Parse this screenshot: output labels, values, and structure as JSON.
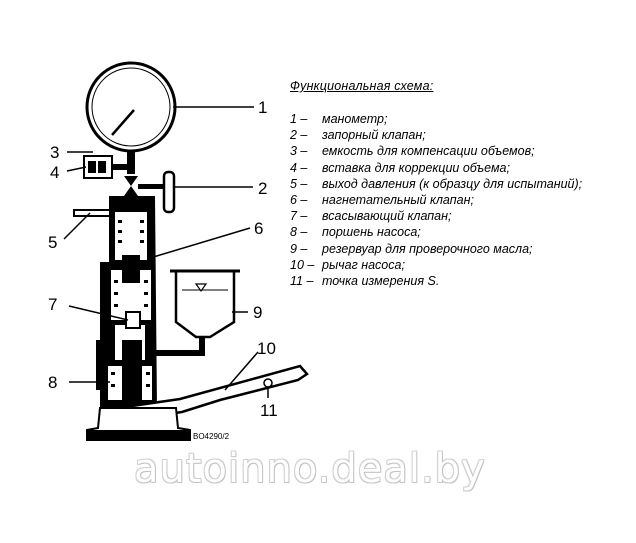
{
  "legend": {
    "title": "Функциональная схема:",
    "items": [
      {
        "num": "1 –",
        "text": "манометр;"
      },
      {
        "num": "2 –",
        "text": "запорный клапан;"
      },
      {
        "num": "3 –",
        "text": "емкость для компенсации объемов;"
      },
      {
        "num": "4 –",
        "text": "вставка для коррекции объема;"
      },
      {
        "num": "5 –",
        "text": "выход давления (к образцу для испытаний);"
      },
      {
        "num": "6 –",
        "text": "нагнетательный клапан;"
      },
      {
        "num": "7 –",
        "text": "всасывающий клапан;"
      },
      {
        "num": "8 –",
        "text": "поршень насоса;"
      },
      {
        "num": "9 –",
        "text": "резервуар для проверочного масла;"
      },
      {
        "num": "10 –",
        "text": "рычаг насоса;"
      },
      {
        "num": "11 –",
        "text": "точка измерения S."
      }
    ]
  },
  "callouts": {
    "c1": "1",
    "c2": "2",
    "c3": "3",
    "c4": "4",
    "c5": "5",
    "c6": "6",
    "c7": "7",
    "c8": "8",
    "c9": "9",
    "c10": "10",
    "c11": "11"
  },
  "drawing_code": "BO4290/2",
  "watermark": "autoinno.deal.by"
}
